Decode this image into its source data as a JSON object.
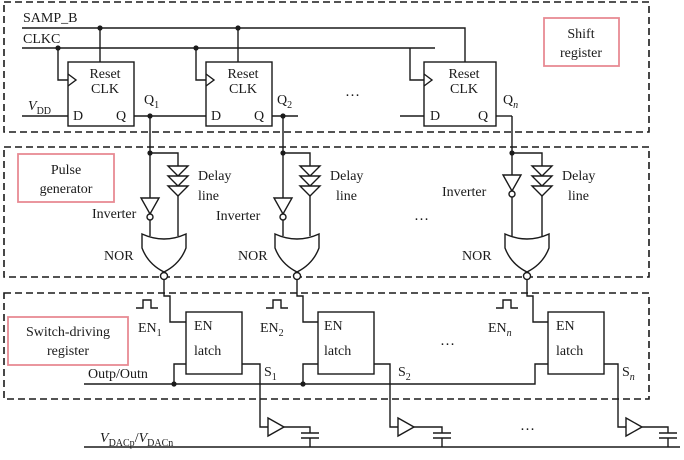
{
  "signals": {
    "samp_b": "SAMP_B",
    "clkc": "CLKC",
    "vdd_main": "V",
    "vdd_sub": "DD",
    "outp_outn": "Outp/Outn",
    "vdac_v1": "V",
    "vdac_sub1": "DACp",
    "vdac_sep": "/",
    "vdac_v2": "V",
    "vdac_sub2": "DACn"
  },
  "sections": {
    "shift_register": [
      "Shift",
      "register"
    ],
    "pulse_generator": [
      "Pulse",
      "generator"
    ],
    "switch_driving_register": [
      "Switch-driving",
      "register"
    ]
  },
  "flipflop": {
    "reset": "Reset",
    "clk": "CLK",
    "d": "D",
    "q": "Q"
  },
  "labels": {
    "delay_line": [
      "Delay",
      "line"
    ],
    "inverter": "Inverter",
    "nor": "NOR",
    "latch": [
      "EN",
      "latch"
    ],
    "ellipsis": "…"
  },
  "stages": [
    {
      "q_main": "Q",
      "q_sub": "1",
      "en_main": "EN",
      "en_sub": "1",
      "s_main": "S",
      "s_sub": "1"
    },
    {
      "q_main": "Q",
      "q_sub": "2",
      "en_main": "EN",
      "en_sub": "2",
      "s_main": "S",
      "s_sub": "2"
    },
    {
      "q_main": "Q",
      "q_sub": "n",
      "en_main": "EN",
      "en_sub": "n",
      "s_main": "S",
      "s_sub": "n"
    }
  ]
}
